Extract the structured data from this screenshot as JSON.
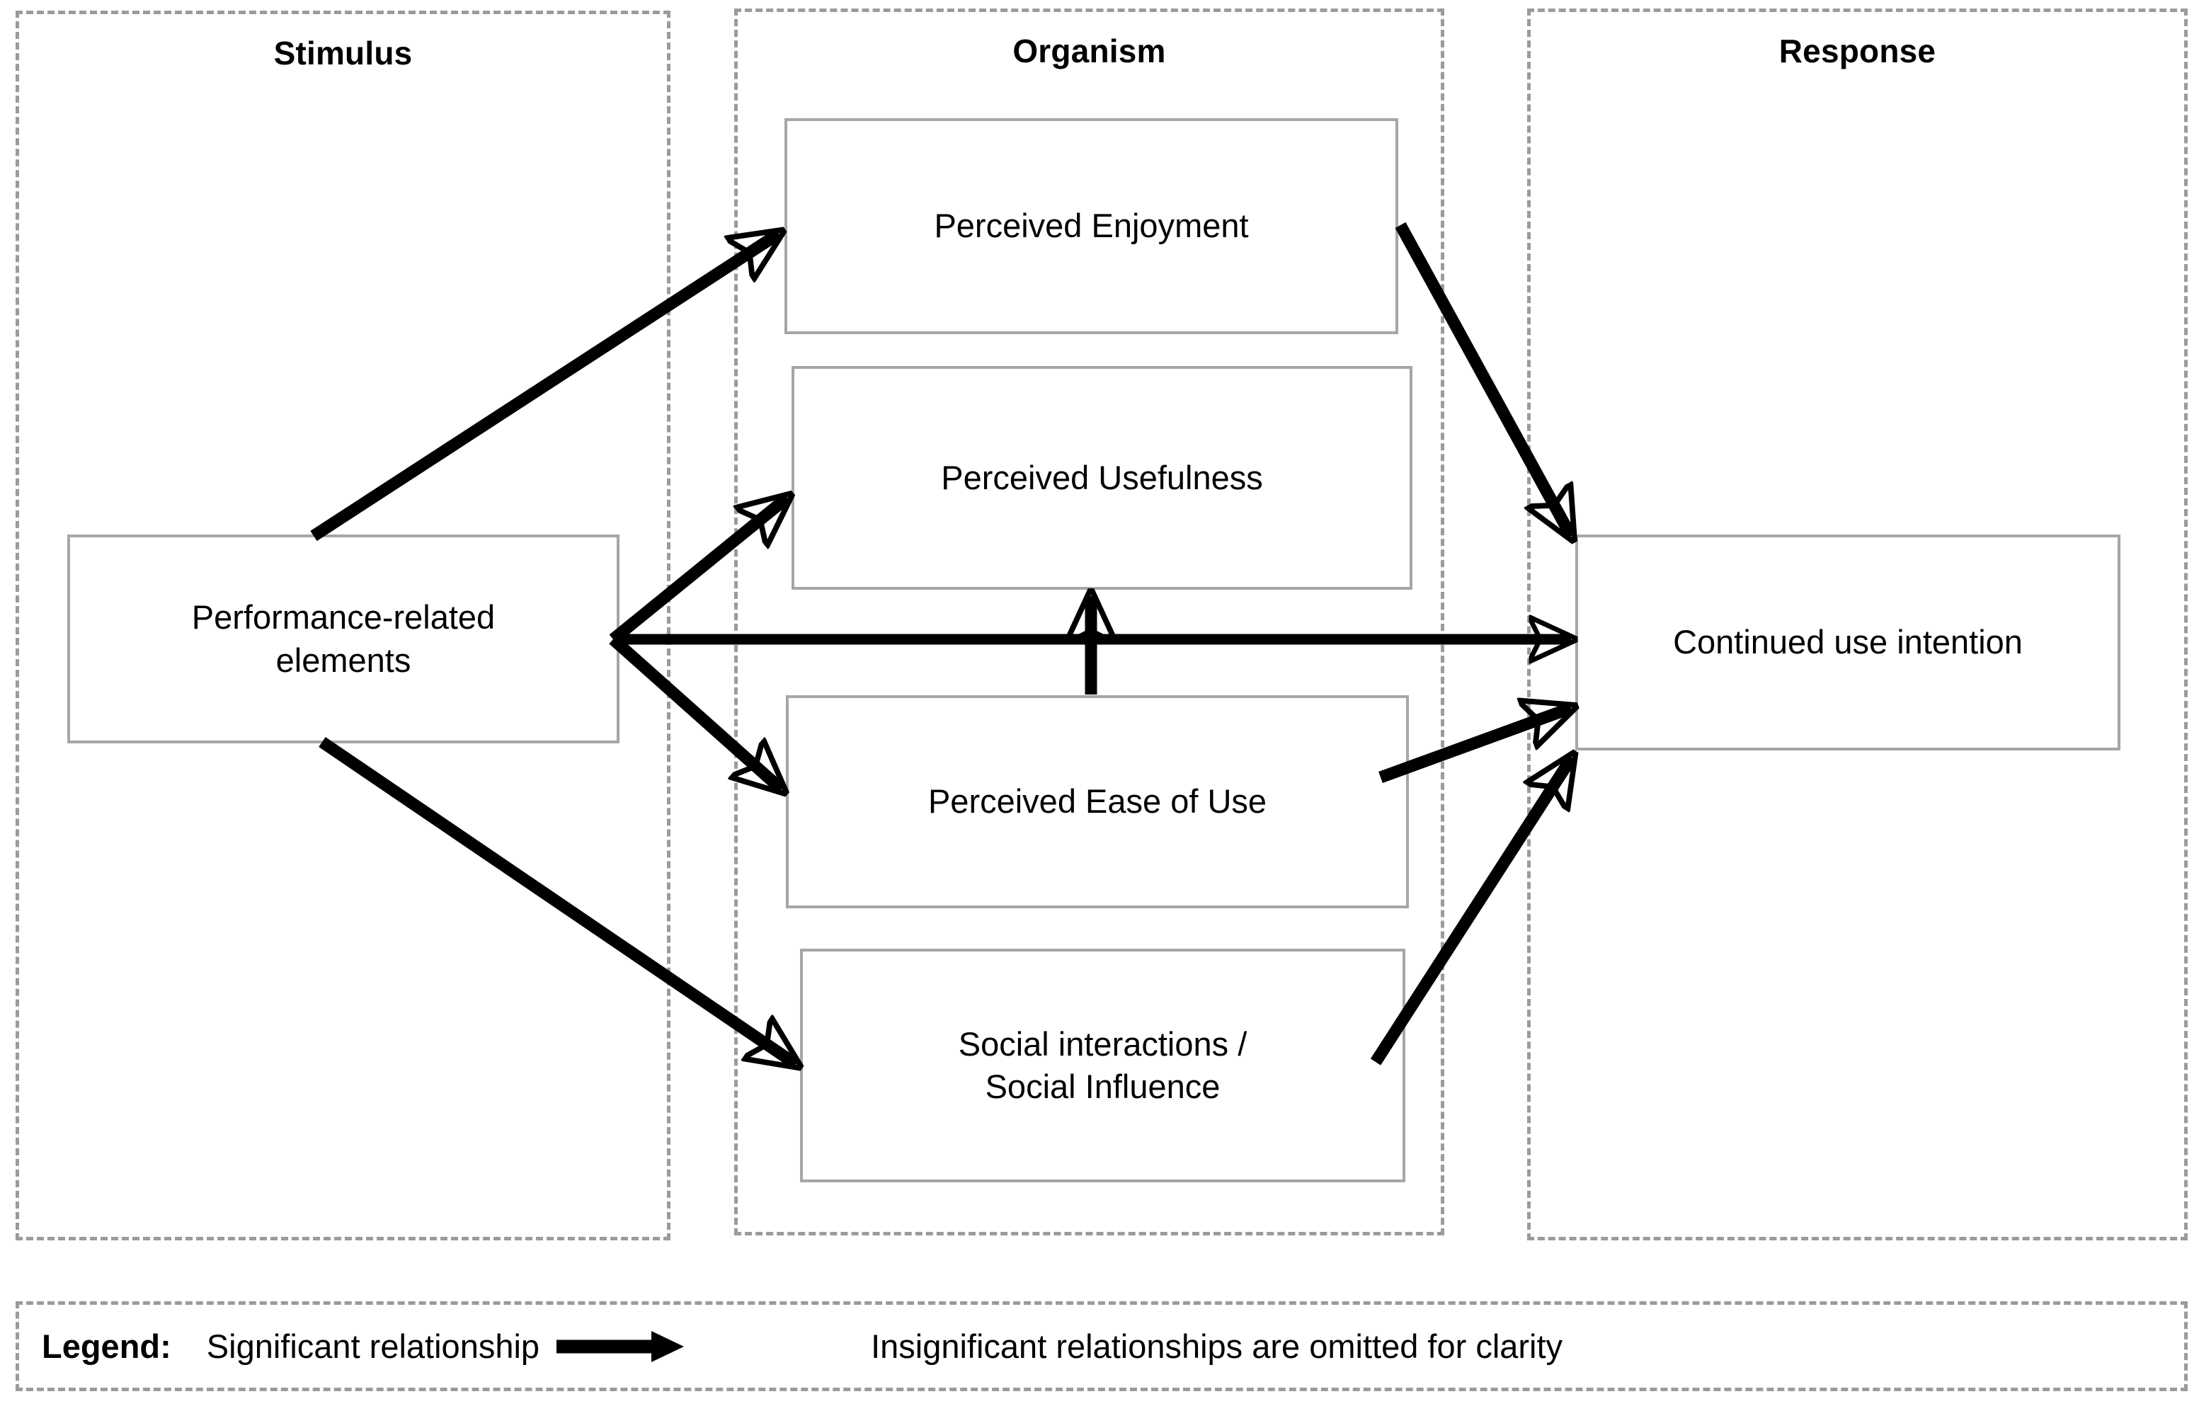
{
  "panels": [
    {
      "key": "stimulus",
      "title": "Stimulus"
    },
    {
      "key": "organism",
      "title": "Organism"
    },
    {
      "key": "response",
      "title": "Response"
    }
  ],
  "nodes": {
    "performance_related_elements": "Performance-related elements",
    "performance_related_elements_line1": "Performance-related",
    "performance_related_elements_line2": "elements",
    "perceived_enjoyment": "Perceived Enjoyment",
    "perceived_usefulness": "Perceived Usefulness",
    "perceived_ease_of_use": "Perceived Ease of Use",
    "social_interactions_line1": "Social interactions /",
    "social_interactions_line2": "Social Influence",
    "continued_use_intention": "Continued use intention"
  },
  "legend": {
    "label": "Legend:",
    "significant": "Significant relationship",
    "insignificant": "Insignificant relationships are omitted for clarity",
    "arrow_icon": "right-arrow-icon"
  },
  "relationships": [
    {
      "from": "performance_related_elements",
      "to": "perceived_enjoyment",
      "significant": true
    },
    {
      "from": "performance_related_elements",
      "to": "perceived_usefulness",
      "significant": true
    },
    {
      "from": "performance_related_elements",
      "to": "perceived_ease_of_use",
      "significant": true
    },
    {
      "from": "performance_related_elements",
      "to": "social_interactions",
      "significant": true
    },
    {
      "from": "performance_related_elements",
      "to": "continued_use_intention",
      "significant": true
    },
    {
      "from": "perceived_ease_of_use",
      "to": "perceived_usefulness",
      "significant": true
    },
    {
      "from": "perceived_enjoyment",
      "to": "continued_use_intention",
      "significant": true
    },
    {
      "from": "perceived_ease_of_use",
      "to": "continued_use_intention",
      "significant": true
    },
    {
      "from": "social_interactions",
      "to": "continued_use_intention",
      "significant": true
    }
  ],
  "colors": {
    "panel_border": "#9b9b9b",
    "node_border": "#a6a6a6",
    "arrow": "#000000",
    "text": "#000000",
    "background": "#ffffff"
  }
}
